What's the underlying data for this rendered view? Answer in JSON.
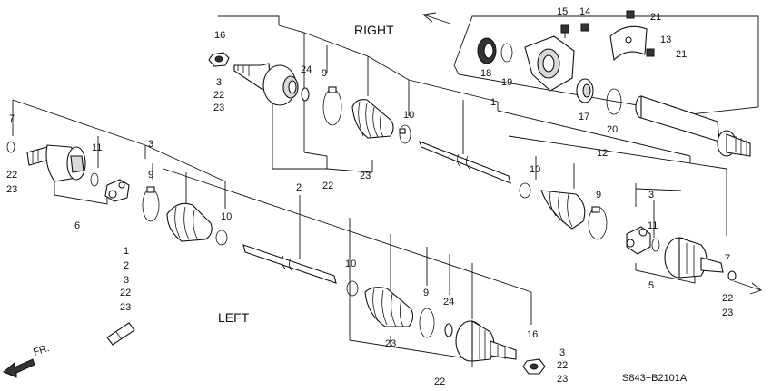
{
  "labels": {
    "right": "RIGHT",
    "left": "LEFT",
    "front": "FR.",
    "diagram_code": "S843−B2101A"
  },
  "callouts": {
    "r16": "16",
    "r3": "3",
    "r22a": "22",
    "r23a": "23",
    "r24": "24",
    "r9": "9",
    "r10": "10",
    "r22b": "22",
    "r23b": "23",
    "r1": "1",
    "r12": "12",
    "r15": "15",
    "r14": "14",
    "r21a": "21",
    "r13": "13",
    "r21b": "21",
    "r18": "18",
    "r19": "19",
    "r17": "17",
    "r20": "20",
    "r10b": "10",
    "r9b": "9",
    "r3b": "3",
    "r11b": "11",
    "r5": "5",
    "r7b": "7",
    "r22c": "22",
    "r23c": "23",
    "l7": "7",
    "l22a": "22",
    "l23a": "23",
    "l11": "11",
    "l6": "6",
    "l3": "3",
    "l9": "9",
    "l10": "10",
    "l2": "2",
    "lk1": "1",
    "lk2": "2",
    "lk3": "3",
    "lk22": "22",
    "lk23": "23",
    "l10b": "10",
    "l9b": "9",
    "l24": "24",
    "l23b": "23",
    "l16": "16",
    "l3b": "3",
    "l22b": "22",
    "l23c": "23",
    "l22c": "22"
  },
  "icons": [
    "front-arrow-icon",
    "direction-arrow-icon"
  ]
}
